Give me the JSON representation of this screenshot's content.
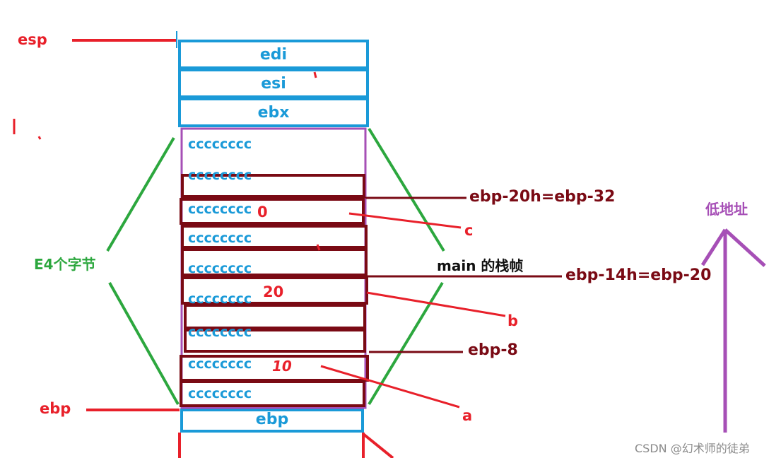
{
  "registers": {
    "edi": "edi",
    "esi": "esi",
    "ebx": "ebx",
    "ebp_box": "ebp"
  },
  "pointers": {
    "esp": "esp",
    "ebp": "ebp"
  },
  "cells": [
    "cccccccc",
    "cccccccc",
    "cccccccc",
    "cccccccc",
    "cccccccc",
    "cccccccc",
    "cccccccc",
    "cccccccc",
    "cccccccc"
  ],
  "values": {
    "c_value": "0",
    "b_value": "20",
    "a_value": "10"
  },
  "offsets": {
    "c_offset": "ebp-20h=ebp-32",
    "b_offset": "ebp-14h=ebp-20",
    "a_offset": "ebp-8"
  },
  "variables": {
    "a": "a",
    "b": "b",
    "c": "c"
  },
  "labels": {
    "frame_size": "E4个字节",
    "frame_name": "main 的栈帧",
    "low_address": "低地址"
  },
  "watermark": "CSDN @幻术师的徒弟",
  "colors": {
    "blue": "#1a9ad8",
    "red": "#e8202a",
    "dark_red": "#7a0a14",
    "green": "#2ca73e",
    "purple": "#a64fb6"
  }
}
